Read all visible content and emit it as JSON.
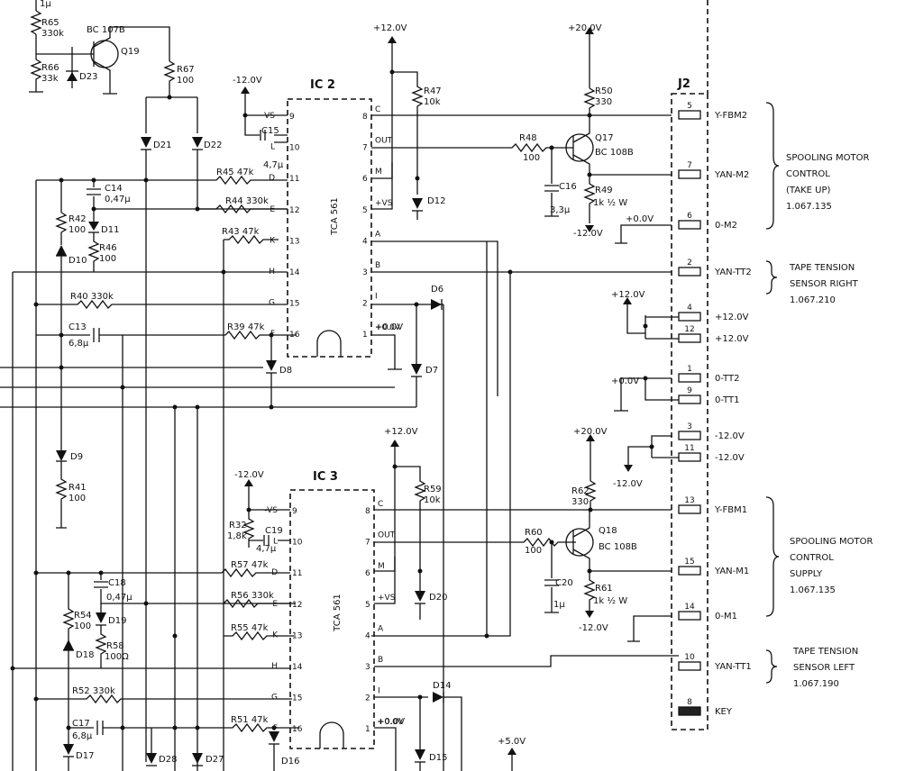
{
  "ic2": {
    "name": "IC 2",
    "part": "TCA 561",
    "left_pins": [
      {
        "n": "9",
        "l": "VS"
      },
      {
        "n": "10",
        "l": "L"
      },
      {
        "n": "11",
        "l": "D"
      },
      {
        "n": "12",
        "l": "E"
      },
      {
        "n": "13",
        "l": "K"
      },
      {
        "n": "14",
        "l": "H"
      },
      {
        "n": "15",
        "l": "G"
      },
      {
        "n": "16",
        "l": "F"
      }
    ],
    "right_pins": [
      {
        "n": "8",
        "l": "C"
      },
      {
        "n": "7",
        "l": "OUT"
      },
      {
        "n": "6",
        "l": "M"
      },
      {
        "n": "5",
        "l": "+VS"
      },
      {
        "n": "4",
        "l": "A"
      },
      {
        "n": "3",
        "l": "B"
      },
      {
        "n": "2",
        "l": "I"
      },
      {
        "n": "1",
        "l": "+0.0V"
      }
    ]
  },
  "ic3": {
    "name": "IC 3",
    "part": "TCA 561",
    "left_pins": [
      {
        "n": "9",
        "l": "-VS"
      },
      {
        "n": "10",
        "l": "L"
      },
      {
        "n": "11",
        "l": "D"
      },
      {
        "n": "12",
        "l": "E"
      },
      {
        "n": "13",
        "l": "K"
      },
      {
        "n": "14",
        "l": "H"
      },
      {
        "n": "15",
        "l": "G"
      },
      {
        "n": "16",
        "l": "F"
      }
    ],
    "right_pins": [
      {
        "n": "8",
        "l": "C"
      },
      {
        "n": "7",
        "l": "OUT"
      },
      {
        "n": "6",
        "l": "M"
      },
      {
        "n": "5",
        "l": "+VS"
      },
      {
        "n": "4",
        "l": "A"
      },
      {
        "n": "3",
        "l": "B"
      },
      {
        "n": "2",
        "l": "I"
      },
      {
        "n": "1",
        "l": "+0.0V"
      }
    ]
  },
  "connector": {
    "name": "J2",
    "pins": [
      {
        "n": "5",
        "sig": "Y-FBM2"
      },
      {
        "n": "7",
        "sig": "YAN-M2"
      },
      {
        "n": "6",
        "sig": "0-M2"
      },
      {
        "n": "2",
        "sig": "YAN-TT2"
      },
      {
        "n": "4",
        "sig": "+12.0V"
      },
      {
        "n": "12",
        "sig": "+12.0V"
      },
      {
        "n": "1",
        "sig": "0-TT2"
      },
      {
        "n": "9",
        "sig": "0-TT1"
      },
      {
        "n": "3",
        "sig": "-12.0V"
      },
      {
        "n": "11",
        "sig": "-12.0V"
      },
      {
        "n": "13",
        "sig": "Y-FBM1"
      },
      {
        "n": "15",
        "sig": "YAN-M1"
      },
      {
        "n": "14",
        "sig": "0-M1"
      },
      {
        "n": "10",
        "sig": "YAN-TT1"
      },
      {
        "n": "8",
        "sig": "KEY"
      }
    ]
  },
  "groups": [
    {
      "lines": [
        "SPOOLING MOTOR",
        "CONTROL",
        "(TAKE UP)",
        "1.067.135"
      ]
    },
    {
      "lines": [
        "TAPE TENSION",
        "SENSOR RIGHT",
        "1.067.210"
      ]
    },
    {
      "lines": [
        "SPOOLING MOTOR",
        "CONTROL",
        "SUPPLY",
        "1.067.135"
      ]
    },
    {
      "lines": [
        "TAPE TENSION",
        "SENSOR LEFT",
        "1.067.190"
      ]
    }
  ],
  "rails": {
    "p12": "+12.0V",
    "p20": "+20.0V",
    "m12": "-12.0V",
    "z0": "+0.0V",
    "p5": "+5.0V"
  },
  "parts": {
    "c_top": "1µ",
    "r65": "R65",
    "r65v": "330k",
    "r66": "R66",
    "r66v": "33k",
    "d23": "D23",
    "q19": "Q19",
    "q19t": "BC 107B",
    "r67": "R67",
    "r67v": "100",
    "d21": "D21",
    "d22": "D22",
    "c14": "C14",
    "c14v": "0,47µ",
    "r42": "R42",
    "r42v": "100",
    "d11": "D11",
    "r46": "R46",
    "r46v": "100",
    "d10": "D10",
    "r40": "R40 330k",
    "c13": "C13",
    "c13v": "6,8µ",
    "d9": "D9",
    "r41": "R41",
    "r41v": "100",
    "r45": "R45 47k",
    "c15": "C15",
    "c15v": "4,7µ",
    "r44": "R44 330k",
    "r43": "R43 47k",
    "r39": "R39 47k",
    "d8": "D8",
    "r47": "R47",
    "r47v": "10k",
    "d12": "D12",
    "r48": "R48",
    "r48v": "100",
    "c16": "C16",
    "c16v": "3,3µ",
    "q17": "Q17",
    "q17t": "BC 108B",
    "r50": "R50",
    "r50v": "330",
    "r49": "R49",
    "r49v": "1k ½ W",
    "d6": "D6",
    "d7": "D7",
    "r32": "R32",
    "r32v": "1,8k",
    "c19": "C19",
    "c19v": "4,7µ",
    "r57": "R57 47k",
    "r56": "R56 330k",
    "r55": "R55 47k",
    "r51": "R51 47k",
    "c18": "C18",
    "c18v": "0,47µ",
    "r54": "R54",
    "r54v": "100",
    "d19": "D19",
    "r58": "R58",
    "r58v": "100Ω",
    "d18": "D18",
    "r52": "R52 330k",
    "c17": "C17",
    "c17v": "6,8µ",
    "d17": "D17",
    "d28": "D28",
    "d27": "D27",
    "d16": "D16",
    "r59": "R59",
    "r59v": "10k",
    "d20": "D20",
    "d14": "D14",
    "d15": "D15",
    "r60": "R60",
    "r60v": "100",
    "c20": "C20",
    "c20v": "1µ",
    "q18": "Q18",
    "q18t": "BC 108B",
    "r62": "R62",
    "r62v": "330",
    "r61": "R61",
    "r61v": "1k ½ W"
  }
}
